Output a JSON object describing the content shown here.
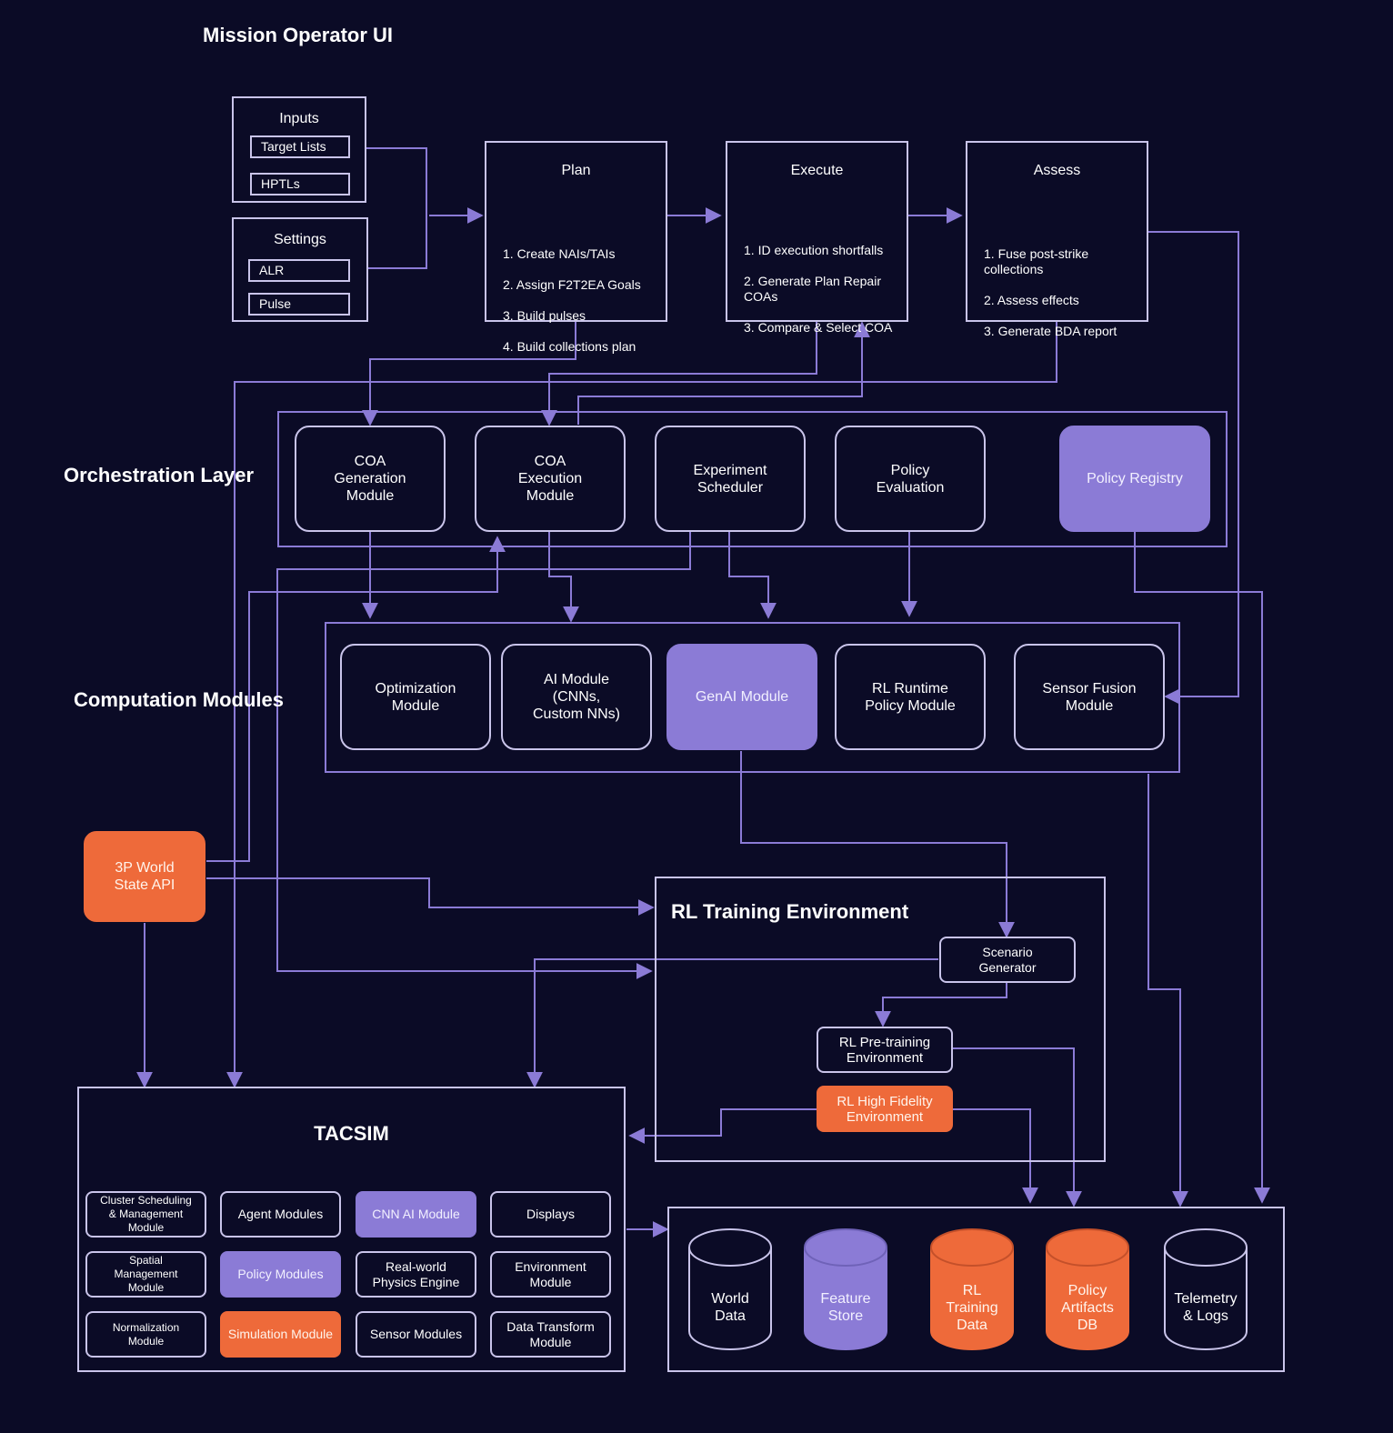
{
  "labels": {
    "mission_operator_ui": "Mission Operator UI",
    "orchestration_layer": "Orchestration Layer",
    "computation_modules": "Computation Modules",
    "rl_training_environment": "RL Training Environment",
    "tacsim": "TACSIM"
  },
  "inputs": {
    "title": "Inputs",
    "items": [
      "Target Lists",
      "HPTLs"
    ]
  },
  "settings": {
    "title": "Settings",
    "items": [
      "ALR",
      "Pulse"
    ]
  },
  "plan": {
    "title": "Plan",
    "steps": [
      "1. Create NAIs/TAIs",
      "2. Assign F2T2EA Goals",
      "3. Build pulses",
      "4. Build collections plan"
    ]
  },
  "execute": {
    "title": "Execute",
    "steps": [
      "1. ID execution shortfalls",
      "2. Generate Plan Repair\nCOAs",
      "3. Compare & Select COA"
    ]
  },
  "assess": {
    "title": "Assess",
    "steps": [
      "1. Fuse post-strike\ncollections",
      "2. Assess effects",
      "3. Generate BDA report"
    ]
  },
  "orchestration": [
    "COA\nGeneration\nModule",
    "COA\nExecution\nModule",
    "Experiment\nScheduler",
    "Policy\nEvaluation",
    "Policy Registry"
  ],
  "computation": [
    "Optimization\nModule",
    "AI Module\n(CNNs,\nCustom NNs)",
    "GenAI Module",
    "RL Runtime\nPolicy Module",
    "Sensor Fusion\nModule"
  ],
  "world_state_api": "3P World\nState API",
  "rl_env": {
    "scenario_generator": "Scenario\nGenerator",
    "pretraining": "RL Pre-training\nEnvironment",
    "high_fidelity": "RL High Fidelity\nEnvironment"
  },
  "tacsim_modules": [
    "Cluster Scheduling\n& Management\nModule",
    "Agent Modules",
    "CNN AI Module",
    "Displays",
    "Spatial\nManagement\nModule",
    "Policy Modules",
    "Real-world\nPhysics Engine",
    "Environment\nModule",
    "Normalization\nModule",
    "Simulation Module",
    "Sensor Modules",
    "Data Transform\nModule"
  ],
  "data_stores": [
    "World\nData",
    "Feature\nStore",
    "RL\nTraining\nData",
    "Policy\nArtifacts\nDB",
    "Telemetry\n& Logs"
  ],
  "colors": {
    "background": "#0b0b26",
    "line": "#8b7bd6",
    "box_border": "#c9c4ea",
    "purple": "#8b7bd6",
    "orange": "#ee6a3a"
  }
}
